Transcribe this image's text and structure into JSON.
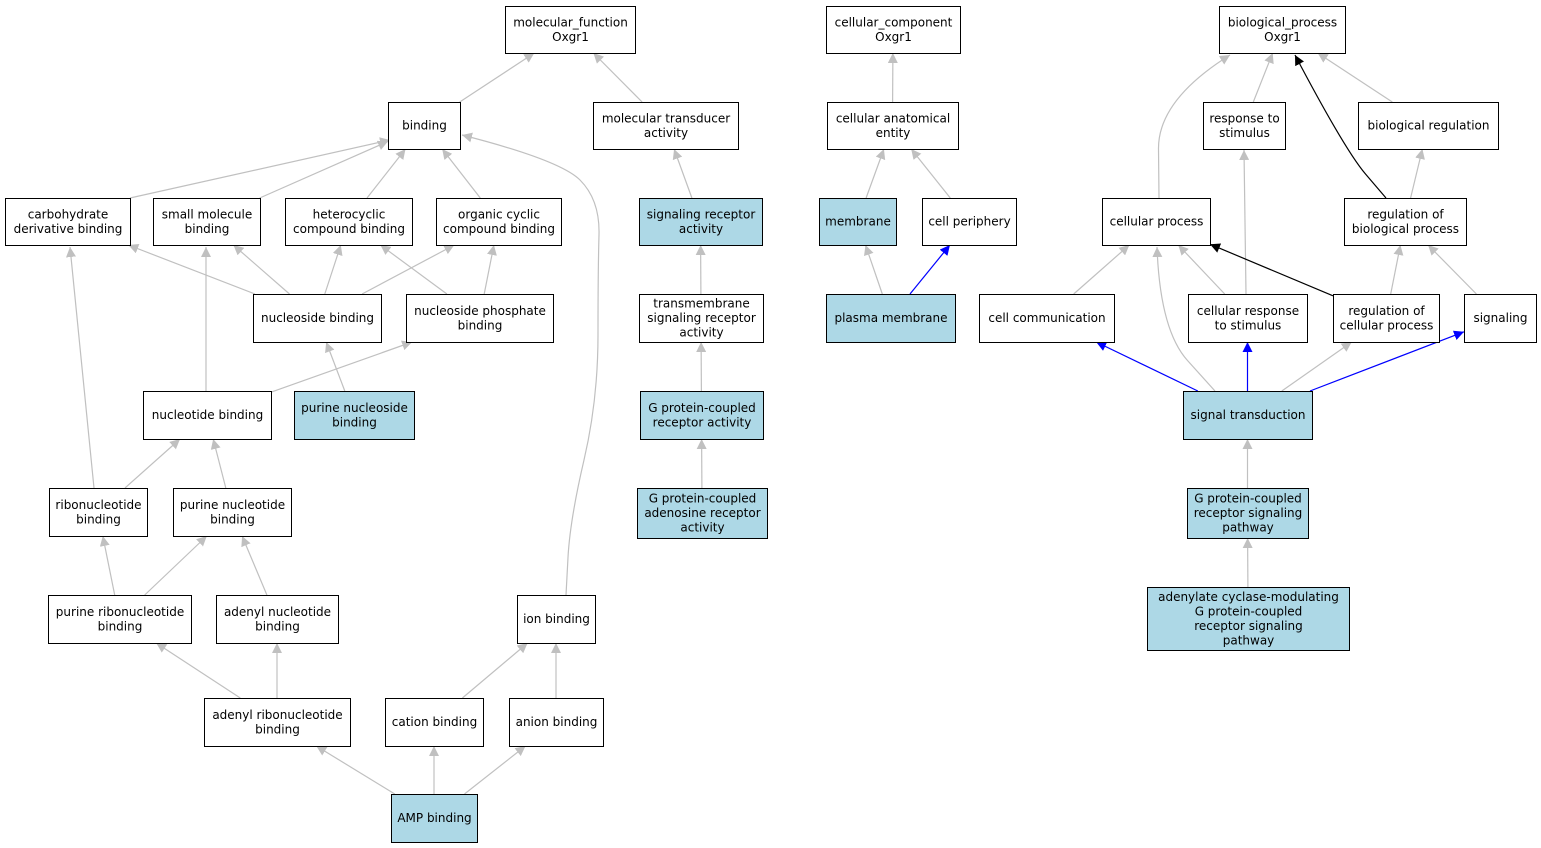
{
  "colors": {
    "plain_fill": "#ffffff",
    "highlight_fill": "#add8e6",
    "edge_gray": "#c0c0c0",
    "edge_blue": "#0000ff",
    "edge_black": "#000000"
  },
  "nodes": [
    {
      "id": "mf",
      "lines": [
        "molecular_function",
        "Oxgr1"
      ],
      "hl": false
    },
    {
      "id": "binding",
      "lines": [
        "binding"
      ],
      "hl": false
    },
    {
      "id": "mta",
      "lines": [
        "molecular transducer",
        "activity"
      ],
      "hl": false
    },
    {
      "id": "cdb",
      "lines": [
        "carbohydrate",
        "derivative binding"
      ],
      "hl": false
    },
    {
      "id": "smb",
      "lines": [
        "small molecule",
        "binding"
      ],
      "hl": false
    },
    {
      "id": "hcb",
      "lines": [
        "heterocyclic",
        "compound binding"
      ],
      "hl": false
    },
    {
      "id": "occb",
      "lines": [
        "organic cyclic",
        "compound binding"
      ],
      "hl": false
    },
    {
      "id": "sra",
      "lines": [
        "signaling receptor",
        "activity"
      ],
      "hl": true
    },
    {
      "id": "nsb",
      "lines": [
        "nucleoside binding"
      ],
      "hl": false
    },
    {
      "id": "npb",
      "lines": [
        "nucleoside phosphate",
        "binding"
      ],
      "hl": false
    },
    {
      "id": "tsra",
      "lines": [
        "transmembrane",
        "signaling receptor",
        "activity"
      ],
      "hl": false
    },
    {
      "id": "ntb",
      "lines": [
        "nucleotide binding"
      ],
      "hl": false
    },
    {
      "id": "pnsb",
      "lines": [
        "purine nucleoside",
        "binding"
      ],
      "hl": true
    },
    {
      "id": "gpcra",
      "lines": [
        "G protein-coupled",
        "receptor activity"
      ],
      "hl": true
    },
    {
      "id": "rnb",
      "lines": [
        "ribonucleotide",
        "binding"
      ],
      "hl": false
    },
    {
      "id": "pntb",
      "lines": [
        "purine nucleotide",
        "binding"
      ],
      "hl": false
    },
    {
      "id": "gpcara",
      "lines": [
        "G protein-coupled",
        "adenosine receptor",
        "activity"
      ],
      "hl": true
    },
    {
      "id": "prnb",
      "lines": [
        "purine ribonucleotide",
        "binding"
      ],
      "hl": false
    },
    {
      "id": "anb",
      "lines": [
        "adenyl nucleotide",
        "binding"
      ],
      "hl": false
    },
    {
      "id": "ionb",
      "lines": [
        "ion binding"
      ],
      "hl": false
    },
    {
      "id": "arnb",
      "lines": [
        "adenyl ribonucleotide",
        "binding"
      ],
      "hl": false
    },
    {
      "id": "catb",
      "lines": [
        "cation binding"
      ],
      "hl": false
    },
    {
      "id": "anib",
      "lines": [
        "anion binding"
      ],
      "hl": false
    },
    {
      "id": "ampb",
      "lines": [
        "AMP binding"
      ],
      "hl": true
    },
    {
      "id": "cc",
      "lines": [
        "cellular_component",
        "Oxgr1"
      ],
      "hl": false
    },
    {
      "id": "cae",
      "lines": [
        "cellular anatomical",
        "entity"
      ],
      "hl": false
    },
    {
      "id": "mem",
      "lines": [
        "membrane"
      ],
      "hl": true
    },
    {
      "id": "cp",
      "lines": [
        "cell periphery"
      ],
      "hl": false
    },
    {
      "id": "pm",
      "lines": [
        "plasma membrane"
      ],
      "hl": true
    },
    {
      "id": "bp",
      "lines": [
        "biological_process",
        "Oxgr1"
      ],
      "hl": false
    },
    {
      "id": "rts",
      "lines": [
        "response to",
        "stimulus"
      ],
      "hl": false
    },
    {
      "id": "breg",
      "lines": [
        "biological regulation"
      ],
      "hl": false
    },
    {
      "id": "cproc",
      "lines": [
        "cellular process"
      ],
      "hl": false
    },
    {
      "id": "rbp",
      "lines": [
        "regulation of",
        "biological process"
      ],
      "hl": false
    },
    {
      "id": "ccomm",
      "lines": [
        "cell communication"
      ],
      "hl": false
    },
    {
      "id": "crs",
      "lines": [
        "cellular response",
        "to stimulus"
      ],
      "hl": false
    },
    {
      "id": "rcp",
      "lines": [
        "regulation of",
        "cellular process"
      ],
      "hl": false
    },
    {
      "id": "sig",
      "lines": [
        "signaling"
      ],
      "hl": false
    },
    {
      "id": "st",
      "lines": [
        "signal transduction"
      ],
      "hl": true
    },
    {
      "id": "gpcrsp",
      "lines": [
        "G protein-coupled",
        "receptor signaling",
        "pathway"
      ],
      "hl": true
    },
    {
      "id": "acm",
      "lines": [
        "adenylate cyclase-modulating",
        "G protein-coupled",
        "receptor signaling",
        "pathway"
      ],
      "hl": true
    }
  ],
  "edges": [
    {
      "from": "binding",
      "to": "mf",
      "color": "gray"
    },
    {
      "from": "mta",
      "to": "mf",
      "color": "gray"
    },
    {
      "from": "cdb",
      "to": "binding",
      "color": "gray"
    },
    {
      "from": "smb",
      "to": "binding",
      "color": "gray"
    },
    {
      "from": "hcb",
      "to": "binding",
      "color": "gray"
    },
    {
      "from": "occb",
      "to": "binding",
      "color": "gray"
    },
    {
      "from": "ionb",
      "to": "binding",
      "color": "gray"
    },
    {
      "from": "sra",
      "to": "mta",
      "color": "gray"
    },
    {
      "from": "nsb",
      "to": "cdb",
      "color": "gray"
    },
    {
      "from": "nsb",
      "to": "smb",
      "color": "gray"
    },
    {
      "from": "nsb",
      "to": "hcb",
      "color": "gray"
    },
    {
      "from": "nsb",
      "to": "occb",
      "color": "gray"
    },
    {
      "from": "npb",
      "to": "hcb",
      "color": "gray"
    },
    {
      "from": "npb",
      "to": "occb",
      "color": "gray"
    },
    {
      "from": "ntb",
      "to": "smb",
      "color": "gray"
    },
    {
      "from": "ntb",
      "to": "npb",
      "color": "gray"
    },
    {
      "from": "pnsb",
      "to": "nsb",
      "color": "gray"
    },
    {
      "from": "tsra",
      "to": "sra",
      "color": "gray"
    },
    {
      "from": "gpcra",
      "to": "tsra",
      "color": "gray"
    },
    {
      "from": "gpcara",
      "to": "gpcra",
      "color": "gray"
    },
    {
      "from": "rnb",
      "to": "cdb",
      "color": "gray"
    },
    {
      "from": "rnb",
      "to": "ntb",
      "color": "gray"
    },
    {
      "from": "pntb",
      "to": "ntb",
      "color": "gray"
    },
    {
      "from": "prnb",
      "to": "rnb",
      "color": "gray"
    },
    {
      "from": "prnb",
      "to": "pntb",
      "color": "gray"
    },
    {
      "from": "anb",
      "to": "pntb",
      "color": "gray"
    },
    {
      "from": "arnb",
      "to": "prnb",
      "color": "gray"
    },
    {
      "from": "arnb",
      "to": "anb",
      "color": "gray"
    },
    {
      "from": "catb",
      "to": "ionb",
      "color": "gray"
    },
    {
      "from": "anib",
      "to": "ionb",
      "color": "gray"
    },
    {
      "from": "ampb",
      "to": "arnb",
      "color": "gray"
    },
    {
      "from": "ampb",
      "to": "catb",
      "color": "gray"
    },
    {
      "from": "ampb",
      "to": "anib",
      "color": "gray"
    },
    {
      "from": "cae",
      "to": "cc",
      "color": "gray"
    },
    {
      "from": "mem",
      "to": "cae",
      "color": "gray"
    },
    {
      "from": "cp",
      "to": "cae",
      "color": "gray"
    },
    {
      "from": "pm",
      "to": "mem",
      "color": "gray"
    },
    {
      "from": "pm",
      "to": "cp",
      "color": "blue"
    },
    {
      "from": "cproc",
      "to": "bp",
      "color": "gray"
    },
    {
      "from": "rts",
      "to": "bp",
      "color": "gray"
    },
    {
      "from": "breg",
      "to": "bp",
      "color": "gray"
    },
    {
      "from": "rbp",
      "to": "bp",
      "color": "black"
    },
    {
      "from": "rbp",
      "to": "breg",
      "color": "gray"
    },
    {
      "from": "ccomm",
      "to": "cproc",
      "color": "gray"
    },
    {
      "from": "crs",
      "to": "cproc",
      "color": "gray"
    },
    {
      "from": "crs",
      "to": "rts",
      "color": "gray"
    },
    {
      "from": "rcp",
      "to": "cproc",
      "color": "black"
    },
    {
      "from": "rcp",
      "to": "rbp",
      "color": "gray"
    },
    {
      "from": "sig",
      "to": "rbp",
      "color": "gray"
    },
    {
      "from": "st",
      "to": "cproc",
      "color": "gray"
    },
    {
      "from": "st",
      "to": "ccomm",
      "color": "blue"
    },
    {
      "from": "st",
      "to": "crs",
      "color": "blue"
    },
    {
      "from": "st",
      "to": "rcp",
      "color": "gray"
    },
    {
      "from": "st",
      "to": "sig",
      "color": "blue"
    },
    {
      "from": "gpcrsp",
      "to": "st",
      "color": "gray"
    },
    {
      "from": "acm",
      "to": "gpcrsp",
      "color": "gray"
    }
  ]
}
